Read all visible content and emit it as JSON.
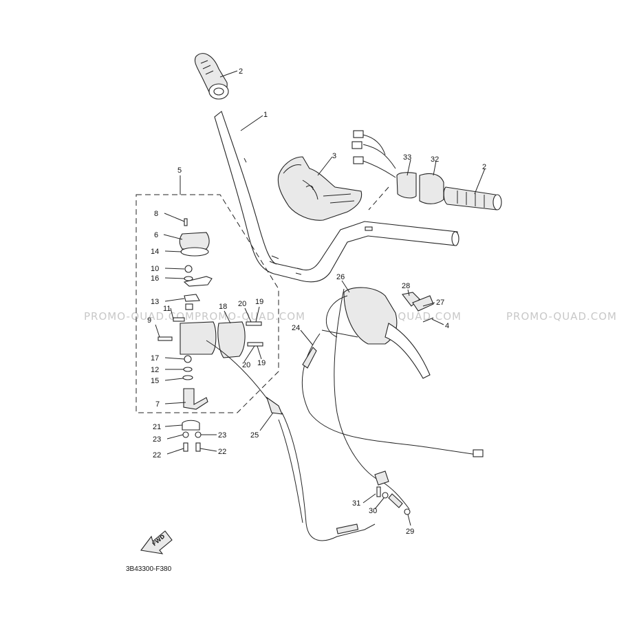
{
  "watermarks": [
    "PROMO-QUAD.COM",
    "PROMO-QUAD.COM",
    "PROMO-QUAD.COM",
    "PROMO-QUAD.COM"
  ],
  "diagram_code": "3B43300-F380",
  "fwd_label": "FWD",
  "parts": [
    {
      "id": "p2a",
      "label": "2"
    },
    {
      "id": "p1",
      "label": "1"
    },
    {
      "id": "p3",
      "label": "3"
    },
    {
      "id": "p33",
      "label": "33"
    },
    {
      "id": "p32",
      "label": "32"
    },
    {
      "id": "p2b",
      "label": "2"
    },
    {
      "id": "p5",
      "label": "5"
    },
    {
      "id": "p8",
      "label": "8"
    },
    {
      "id": "p6",
      "label": "6"
    },
    {
      "id": "p14",
      "label": "14"
    },
    {
      "id": "p10",
      "label": "10"
    },
    {
      "id": "p16",
      "label": "16"
    },
    {
      "id": "p13",
      "label": "13"
    },
    {
      "id": "p9",
      "label": "9"
    },
    {
      "id": "p11",
      "label": "11"
    },
    {
      "id": "p18",
      "label": "18"
    },
    {
      "id": "p20a",
      "label": "20"
    },
    {
      "id": "p19a",
      "label": "19"
    },
    {
      "id": "p17",
      "label": "17"
    },
    {
      "id": "p12",
      "label": "12"
    },
    {
      "id": "p15",
      "label": "15"
    },
    {
      "id": "p20b",
      "label": "20"
    },
    {
      "id": "p19b",
      "label": "19"
    },
    {
      "id": "p7",
      "label": "7"
    },
    {
      "id": "p21",
      "label": "21"
    },
    {
      "id": "p23a",
      "label": "23"
    },
    {
      "id": "p23b",
      "label": "23"
    },
    {
      "id": "p22a",
      "label": "22"
    },
    {
      "id": "p22b",
      "label": "22"
    },
    {
      "id": "p25",
      "label": "25"
    },
    {
      "id": "p24",
      "label": "24"
    },
    {
      "id": "p26",
      "label": "26"
    },
    {
      "id": "p28",
      "label": "28"
    },
    {
      "id": "p27",
      "label": "27"
    },
    {
      "id": "p4",
      "label": "4"
    },
    {
      "id": "p31",
      "label": "31"
    },
    {
      "id": "p30",
      "label": "30"
    },
    {
      "id": "p29",
      "label": "29"
    }
  ]
}
